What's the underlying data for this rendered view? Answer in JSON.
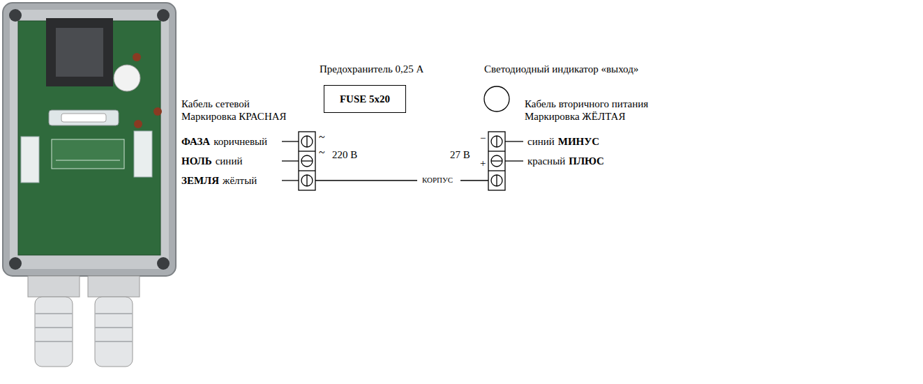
{
  "diagram": {
    "nodes": [
      {
        "text": [
          "FUSE 5x20"
        ]
      }
    ],
    "labels": [
      "Предохранитель 0,25 А",
      "Светодиодный индикатор «выход»",
      "Кабель сетевой",
      "Маркировка КРАСНАЯ",
      "Кабель вторичного питания",
      "Маркировка ЖЁЛТАЯ",
      "ФАЗА",
      "коричневый",
      "НОЛЬ",
      "синий",
      "ЗЕМЛЯ",
      "жёлтый",
      "~",
      "~",
      "220 В",
      "КОРПУС",
      "27 В",
      "−",
      "+",
      "синий",
      "МИНУС",
      "красный",
      "ПЛЮС"
    ]
  }
}
